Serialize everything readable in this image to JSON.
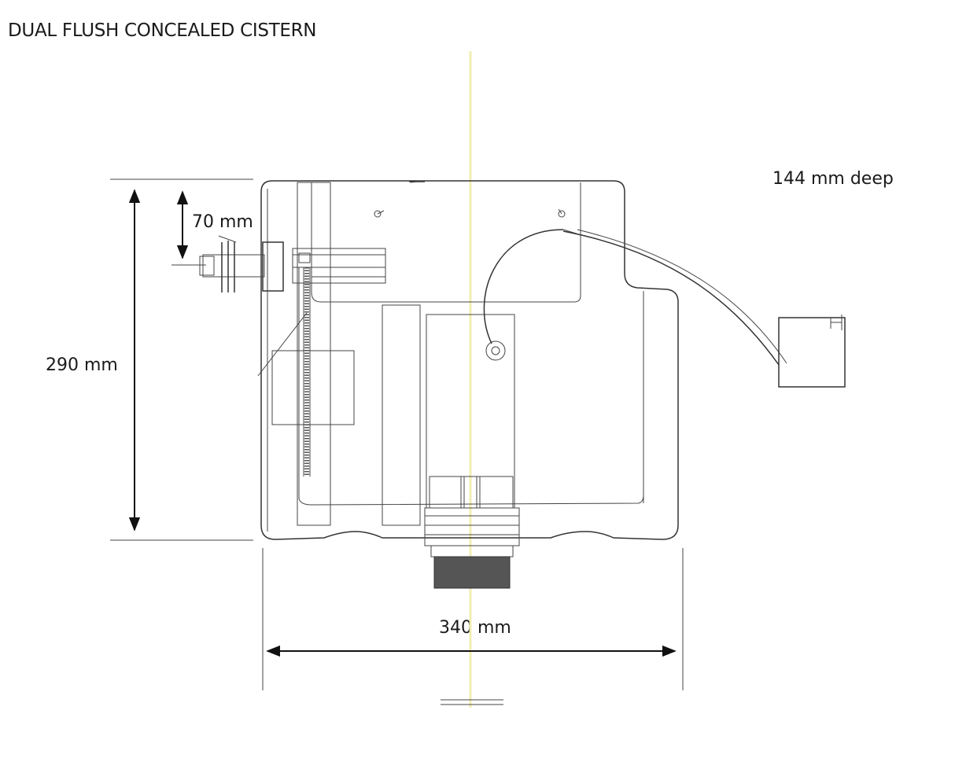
{
  "title": "DUAL FLUSH CONCEALED CISTERN",
  "dimensions": {
    "depth": "144 mm deep",
    "height": "290 mm",
    "offset": "70 mm",
    "width": "340 mm"
  }
}
